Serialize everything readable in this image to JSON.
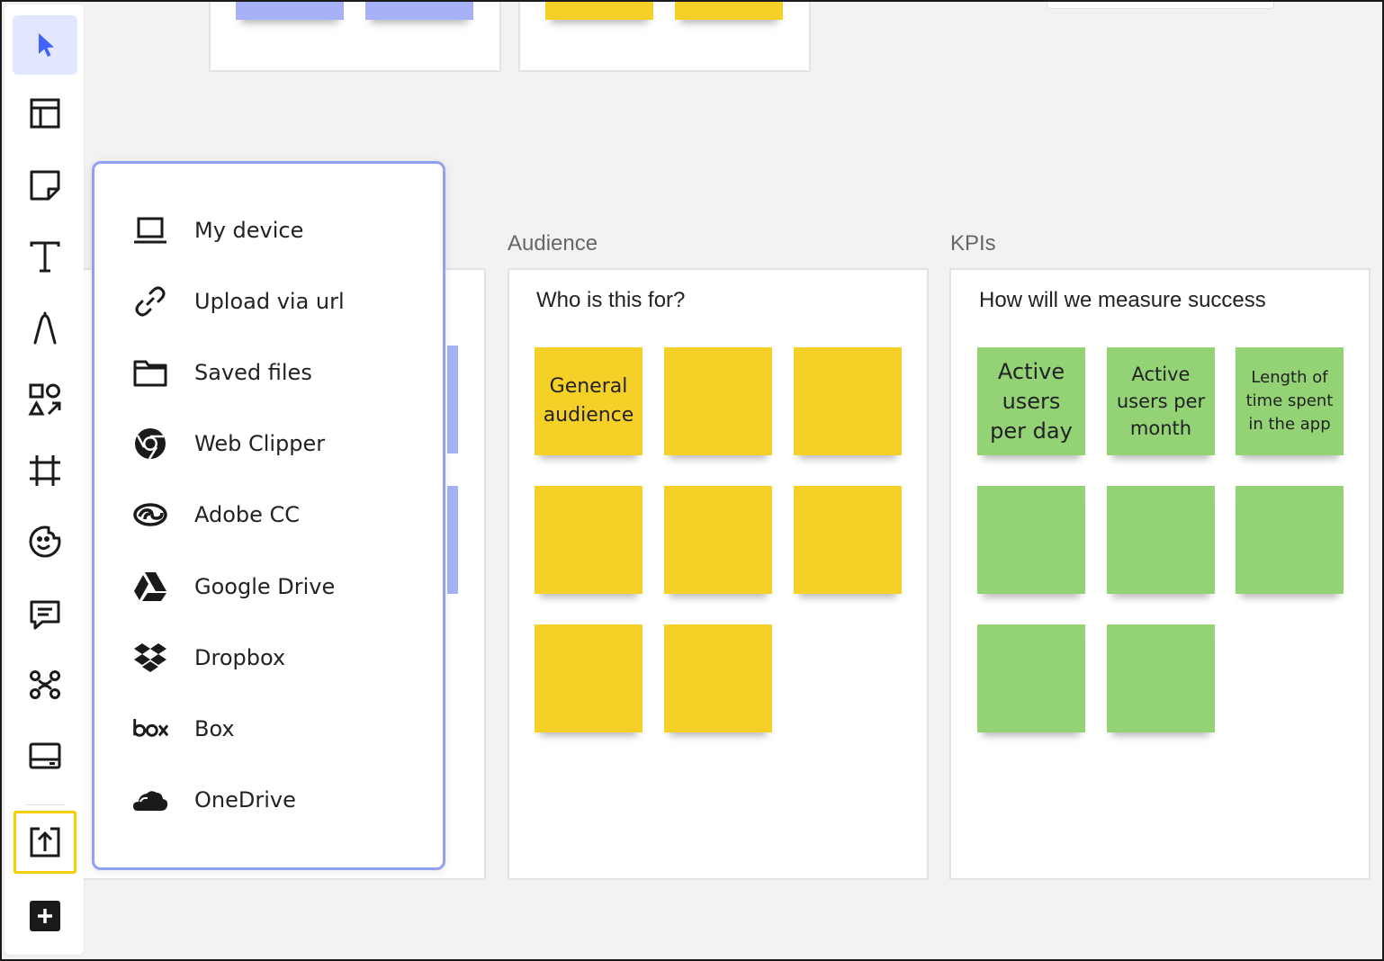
{
  "toolbar": {
    "tools": [
      {
        "name": "select-tool",
        "icon": "cursor-icon",
        "active": true
      },
      {
        "name": "templates-tool",
        "icon": "layout-icon"
      },
      {
        "name": "sticky-note-tool",
        "icon": "sticky-note-icon"
      },
      {
        "name": "text-tool",
        "icon": "text-icon"
      },
      {
        "name": "pen-tool",
        "icon": "pen-icon"
      },
      {
        "name": "shapes-tool",
        "icon": "shapes-icon"
      },
      {
        "name": "frame-tool",
        "icon": "frame-icon"
      },
      {
        "name": "emoji-tool",
        "icon": "emoji-icon"
      },
      {
        "name": "comment-tool",
        "icon": "comment-icon"
      },
      {
        "name": "mindmap-tool",
        "icon": "mindmap-icon"
      },
      {
        "name": "card-tool",
        "icon": "card-icon"
      },
      {
        "name": "upload-tool",
        "icon": "upload-icon",
        "highlighted": true
      },
      {
        "name": "more-apps-tool",
        "icon": "plus-icon"
      }
    ],
    "accent_color": "#4262ff",
    "highlight_color": "#f5d000"
  },
  "upload_menu": {
    "border_color": "#8fa0f5",
    "items": [
      {
        "label": "My device",
        "icon": "laptop-icon"
      },
      {
        "label": "Upload via url",
        "icon": "link-icon"
      },
      {
        "label": "Saved files",
        "icon": "folder-icon"
      },
      {
        "label": "Web Clipper",
        "icon": "chrome-icon"
      },
      {
        "label": "Adobe CC",
        "icon": "adobe-cc-icon"
      },
      {
        "label": "Google Drive",
        "icon": "google-drive-icon"
      },
      {
        "label": "Dropbox",
        "icon": "dropbox-icon"
      },
      {
        "label": "Box",
        "icon": "box-icon"
      },
      {
        "label": "OneDrive",
        "icon": "onedrive-icon"
      }
    ]
  },
  "frames": {
    "audience": {
      "title": "Audience",
      "heading": "Who is this for?",
      "stickies": [
        "General audience",
        "",
        "",
        "",
        "",
        "",
        "",
        ""
      ],
      "color": "#f5d128"
    },
    "kpis": {
      "title": "KPIs",
      "heading": "How will we measure success",
      "stickies": [
        "Active users per day",
        "Active users per month",
        "Length of time spent in the app",
        "",
        "",
        "",
        "",
        ""
      ],
      "color": "#93d275"
    }
  }
}
